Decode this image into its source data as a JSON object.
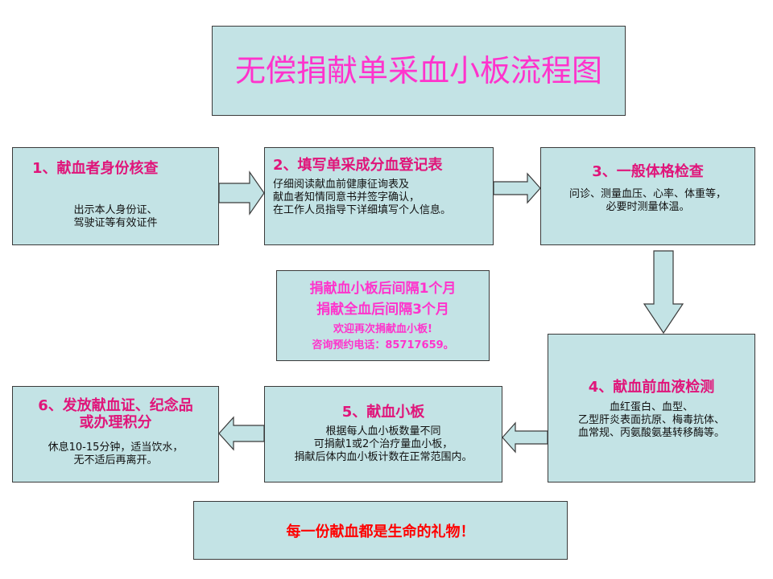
{
  "title": "无偿捐献单采血小板流程图",
  "steps": [
    {
      "heading": "1、献血者身份核查",
      "lines": [
        "出示本人身份证、",
        "驾驶证等有效证件"
      ]
    },
    {
      "heading": "2、填写单采成分血登记表",
      "lines": [
        "仔细阅读献血前健康征询表及",
        "献血者知情同意书并签字确认，",
        "在工作人员指导下详细填写个人信息。"
      ]
    },
    {
      "heading": "3、一般体格检查",
      "lines": [
        "问诊、测量血压、心率、体重等，",
        "必要时测量体温。"
      ]
    },
    {
      "heading": "4、献血前血液检测",
      "lines": [
        "血红蛋白、血型、",
        "乙型肝炎表面抗原、梅毒抗体、",
        "血常规、丙氨酸氨基转移酶等。"
      ]
    },
    {
      "heading": "5、献血小板",
      "lines": [
        "根据每人血小板数量不同",
        "可捐献1或2个治疗量血小板，",
        "捐献后体内血小板计数在正常范围内。"
      ]
    },
    {
      "heading_line1": "6、发放献血证、纪念品",
      "heading_line2": "或办理积分",
      "lines": [
        "休息10-15分钟，适当饮水，",
        "无不适后再离开。"
      ]
    }
  ],
  "middle_note": {
    "line1": "捐献血小板后间隔1个月",
    "line2": "捐献全血后间隔3个月",
    "line3": "欢迎再次捐献血小板!",
    "line4": "咨询预约电话：85717659。"
  },
  "footer": "每一份献血都是生命的礼物！",
  "colors": {
    "box_fill": "#c3e3e5",
    "box_border": "#3a3a3a",
    "title_pink": "#ff33cc",
    "heading_pink": "#e0157a",
    "footer_red": "#ff0000"
  }
}
